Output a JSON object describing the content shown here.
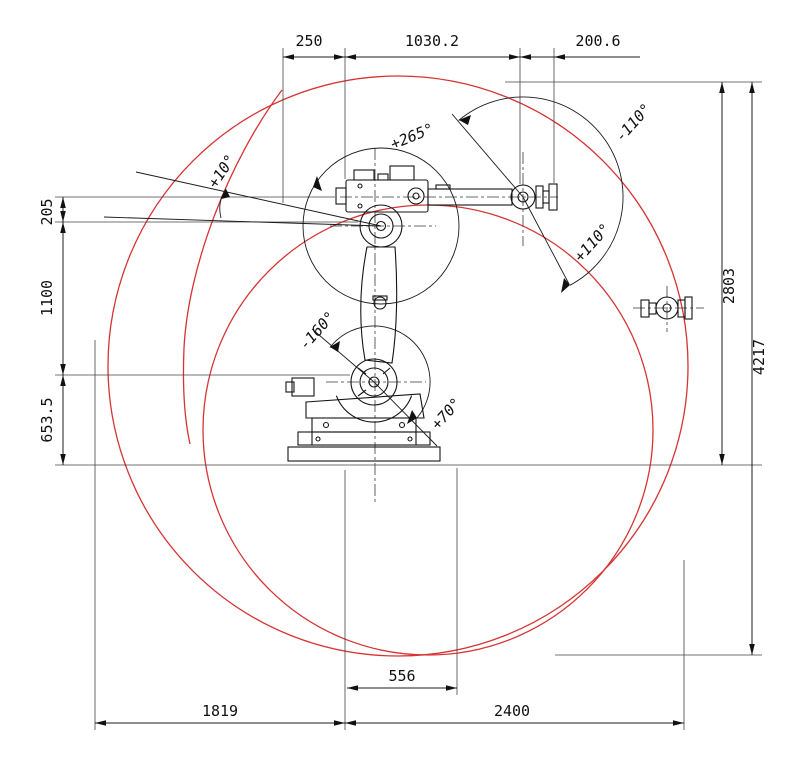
{
  "diagram": {
    "colors": {
      "envelope": "#d63434",
      "line": "#1c1c1c"
    },
    "dimensions": {
      "top": [
        "250",
        "1030.2",
        "200.6"
      ],
      "left": [
        "205",
        "1100",
        "653.5"
      ],
      "right": [
        "2803",
        "4217"
      ],
      "bottom": [
        "556",
        "1819",
        "2400"
      ]
    },
    "angles": {
      "wrist_roll": "+265°",
      "wrist_pitch_neg": "-110°",
      "wrist_pitch_pos": "+110°",
      "arm_forward": "+10°",
      "base_neg": "-160°",
      "base_pos": "+70°"
    }
  }
}
